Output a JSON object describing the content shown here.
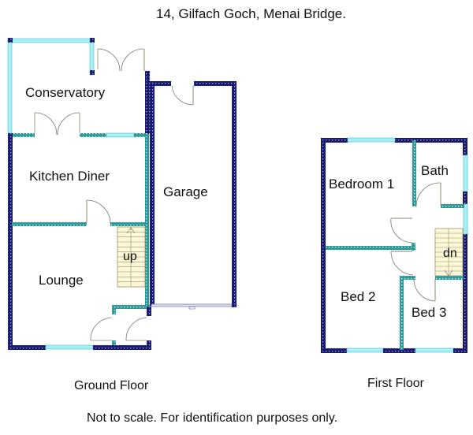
{
  "title": "14, Gilfach Goch, Menai Bridge.",
  "floors": {
    "ground": {
      "label": "Ground Floor",
      "rooms": {
        "conservatory": "Conservatory",
        "kitchen": "Kitchen Diner",
        "garage": "Garage",
        "lounge": "Lounge"
      },
      "stairs_label": "up"
    },
    "first": {
      "label": "First Floor",
      "rooms": {
        "bedroom1": "Bedroom 1",
        "bath": "Bath",
        "bed2": "Bed 2",
        "bed3": "Bed 3"
      },
      "stairs_label": "dn"
    }
  },
  "disclaimer": "Not to scale. For identification purposes only.",
  "colors": {
    "exterior_wall": "#1a1a6e",
    "interior_wall": "#2e9a9a",
    "window": "#a8eef5",
    "door": "#8a8a6a",
    "stairs": "#fbf7d8",
    "stairs_line": "#9a9460"
  }
}
